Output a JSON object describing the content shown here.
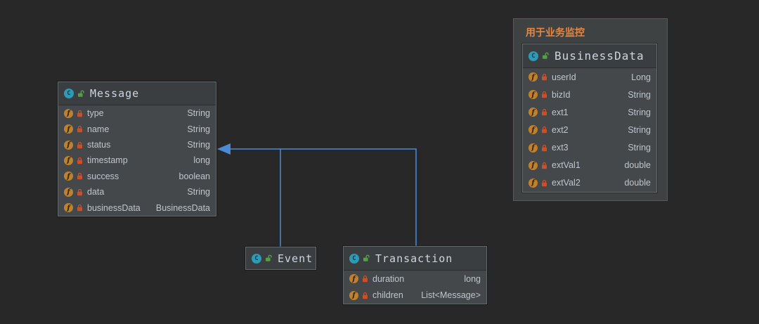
{
  "icons": {
    "class_letter": "C",
    "field_letter": "f"
  },
  "colors": {
    "edge_blue": "#4a8bd5",
    "note_orange": "#e8853f",
    "class_icon_teal": "#2d9bb5",
    "field_icon_amber": "#bf812d",
    "lock_red": "#c8502a",
    "lock_green": "#54a043"
  },
  "diagram": {
    "note": {
      "label": "用于业务监控"
    },
    "classes": {
      "message": {
        "name": "Message",
        "fields": [
          {
            "name": "type",
            "type": "String"
          },
          {
            "name": "name",
            "type": "String"
          },
          {
            "name": "status",
            "type": "String"
          },
          {
            "name": "timestamp",
            "type": "long"
          },
          {
            "name": "success",
            "type": "boolean"
          },
          {
            "name": "data",
            "type": "String"
          },
          {
            "name": "businessData",
            "type": "BusinessData"
          }
        ]
      },
      "businessData": {
        "name": "BusinessData",
        "fields": [
          {
            "name": "userId",
            "type": "Long"
          },
          {
            "name": "bizId",
            "type": "String"
          },
          {
            "name": "ext1",
            "type": "String"
          },
          {
            "name": "ext2",
            "type": "String"
          },
          {
            "name": "ext3",
            "type": "String"
          },
          {
            "name": "extVal1",
            "type": "double"
          },
          {
            "name": "extVal2",
            "type": "double"
          }
        ]
      },
      "event": {
        "name": "Event",
        "fields": []
      },
      "transaction": {
        "name": "Transaction",
        "fields": [
          {
            "name": "duration",
            "type": "long"
          },
          {
            "name": "children",
            "type": "List<Message>"
          }
        ]
      }
    }
  }
}
